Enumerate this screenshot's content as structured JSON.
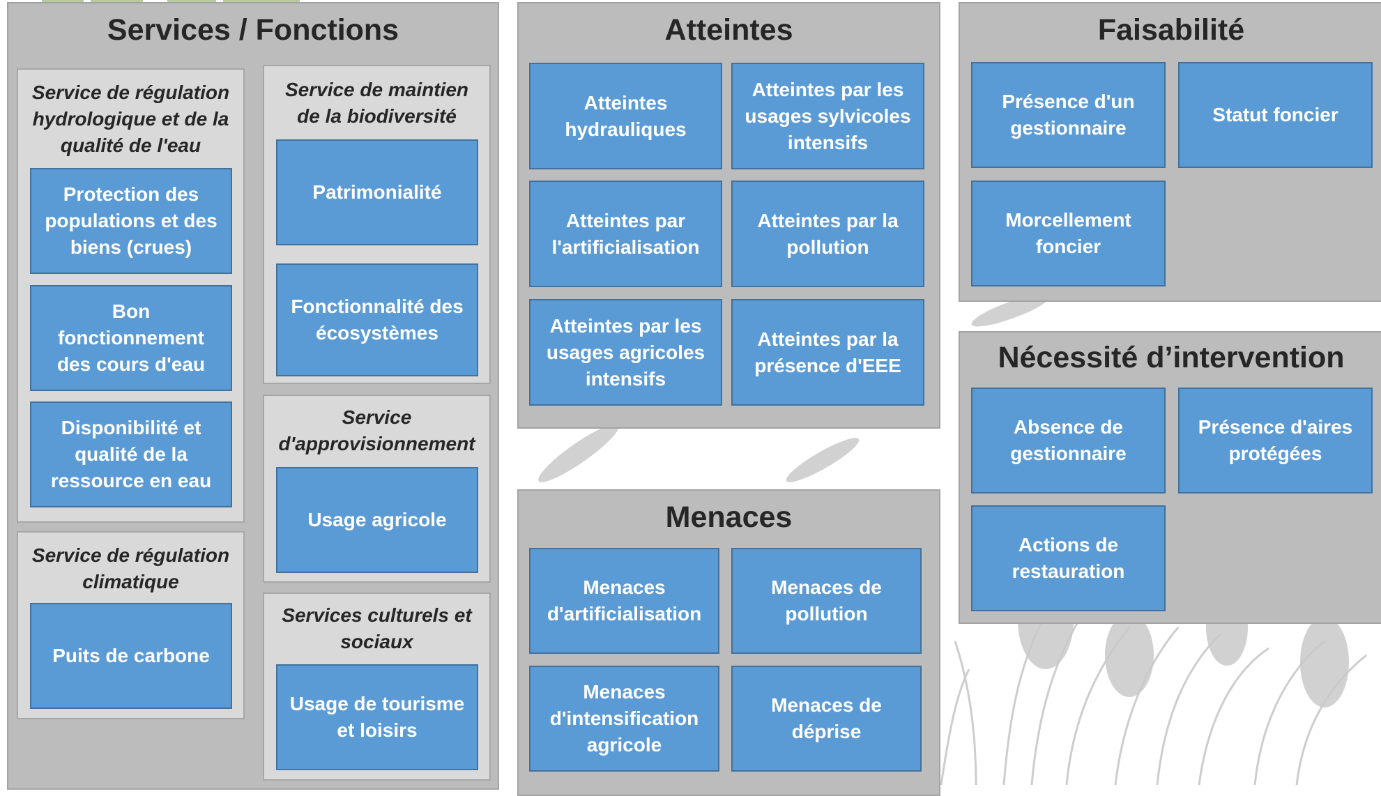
{
  "colors": {
    "panel_bg": "#bcbcbc",
    "group_bg": "#d9d9d9",
    "card_bg": "#5b9bd5",
    "card_border": "#41719c",
    "card_text": "#ffffff",
    "title_text": "#262626"
  },
  "services": {
    "title": "Services / Fonctions",
    "hydro": {
      "title": "Service de régulation\nhydrologique et de la\nqualité de l'eau",
      "items": [
        "Protection des\npopulations et des\nbiens (crues)",
        "Bon\nfonctionnement\ndes cours d'eau",
        "Disponibilité et\nqualité de la\nressource en eau"
      ]
    },
    "climat": {
      "title": "Service de régulation\nclimatique",
      "items": [
        "Puits de carbone"
      ]
    },
    "biodiv": {
      "title": "Service de maintien\nde la biodiversité",
      "items": [
        "Patrimonialité",
        "Fonctionnalité des\nécosystèmes"
      ]
    },
    "appro": {
      "title": "Service\nd'approvisionnement",
      "items": [
        "Usage agricole"
      ]
    },
    "culturel": {
      "title": "Services culturels et\nsociaux",
      "items": [
        "Usage de tourisme\net loisirs"
      ]
    }
  },
  "atteintes": {
    "title": "Atteintes",
    "items": [
      "Atteintes\nhydrauliques",
      "Atteintes par les\nusages sylvicoles\nintensifs",
      "Atteintes par\nl'artificialisation",
      "Atteintes par la\npollution",
      "Atteintes par les\nusages agricoles\nintensifs",
      "Atteintes par la\nprésence d'EEE"
    ]
  },
  "menaces": {
    "title": "Menaces",
    "items": [
      "Menaces\nd'artificialisation",
      "Menaces de\npollution",
      "Menaces\nd'intensification\nagricole",
      "Menaces de\ndéprise"
    ]
  },
  "faisabilite": {
    "title": "Faisabilité",
    "items": [
      "Présence d'un\ngestionnaire",
      "Statut foncier",
      "Morcellement\nfoncier"
    ]
  },
  "necessite": {
    "title": "Nécessité d’intervention",
    "items": [
      "Absence de\ngestionnaire",
      "Présence d'aires\nprotégées",
      "Actions de\nrestauration"
    ]
  }
}
